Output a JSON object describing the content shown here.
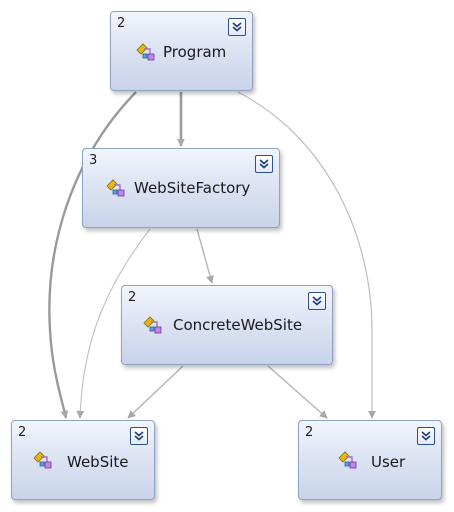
{
  "diagram": {
    "nodes": [
      {
        "id": "program",
        "count": "2",
        "name": "Program"
      },
      {
        "id": "websitefactory",
        "count": "3",
        "name": "WebSiteFactory"
      },
      {
        "id": "concretewebsite",
        "count": "2",
        "name": "ConcreteWebSite"
      },
      {
        "id": "website",
        "count": "2",
        "name": "WebSite"
      },
      {
        "id": "user",
        "count": "2",
        "name": "User"
      }
    ],
    "edges": [
      {
        "from": "program",
        "to": "website",
        "weight": "heavy"
      },
      {
        "from": "program",
        "to": "websitefactory",
        "weight": "heavy"
      },
      {
        "from": "program",
        "to": "user",
        "weight": "light"
      },
      {
        "from": "websitefactory",
        "to": "concretewebsite",
        "weight": "light"
      },
      {
        "from": "websitefactory",
        "to": "website",
        "weight": "light"
      },
      {
        "from": "concretewebsite",
        "to": "website",
        "weight": "light"
      },
      {
        "from": "concretewebsite",
        "to": "user",
        "weight": "light"
      }
    ],
    "colors": {
      "node_border": "#8fa2c4",
      "node_fill_top": "#f2f5fc",
      "node_fill_bottom": "#c9d3ea",
      "edge_heavy": "#9a9a9a",
      "edge_light": "#b8b8b8",
      "toggle_border": "#2b4f8f"
    }
  }
}
